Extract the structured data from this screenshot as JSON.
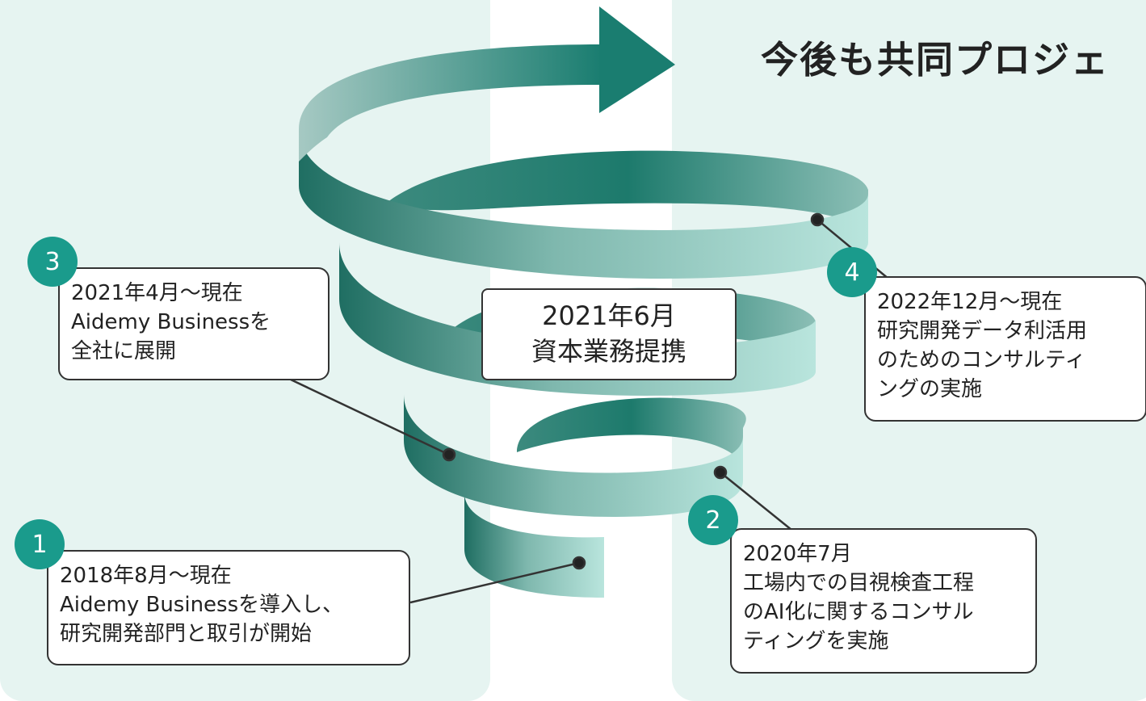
{
  "title": "今後も共同プロジェ",
  "center_label": {
    "line1": "2021年6月",
    "line2": "資本業務提携"
  },
  "milestones": [
    {
      "number": "1",
      "lines": [
        "2018年8月～現在",
        "Aidemy Businessを導入し、",
        "研究開発部門と取引が開始"
      ]
    },
    {
      "number": "2",
      "lines": [
        "2020年7月",
        "工場内での目視検査工程",
        "のAI化に関するコンサル",
        "ティングを実施"
      ]
    },
    {
      "number": "3",
      "lines": [
        "2021年4月～現在",
        "Aidemy Businessを",
        "全社に展開"
      ]
    },
    {
      "number": "4",
      "lines": [
        "2022年12月～現在",
        "研究開発データ利活用",
        "のためのコンサルティ",
        "ングの実施"
      ]
    }
  ],
  "colors": {
    "panel": "#e6f4f1",
    "badge": "#1a9b8c",
    "ribbon_dark": "#1c7a6c",
    "ribbon_light": "#a8ddd5"
  }
}
